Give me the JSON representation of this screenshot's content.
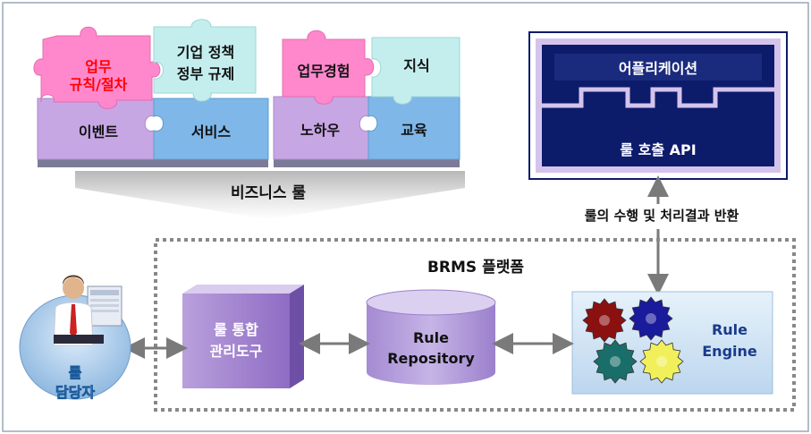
{
  "puzzle": {
    "business_rules_label": "업무 규칙/절차",
    "business_rules_line1": "업무",
    "business_rules_line2": "규칙/절차",
    "regulation_line1": "기업 정책",
    "regulation_line2": "정부 규제",
    "event": "이벤트",
    "service": "서비스",
    "experience": "업무경험",
    "knowledge": "지식",
    "knowhow": "노하우",
    "education": "교육"
  },
  "arrow_label": "비즈니스 룰",
  "app_box": {
    "application": "어플리케이션",
    "api": "룰 호출 API"
  },
  "execution_label": "룰의 수행 및 처리결과 반환",
  "platform": {
    "title": "BRMS 플랫폼",
    "tool_line1": "룰 통합",
    "tool_line2": "관리도구",
    "repo_line1": "Rule",
    "repo_line2": "Repository",
    "engine_line1": "Rule",
    "engine_line2": "Engine"
  },
  "owner": {
    "line1": "룰",
    "line2": "담당자"
  },
  "colors": {
    "pink": "#ff88cc",
    "lavender": "#c7a6e4",
    "mint": "#c4eeee",
    "blue": "#7fb7e8",
    "navy": "#0d1b6b",
    "red_text": "#ff0000",
    "gear_red": "#8b1010",
    "gear_blue": "#1a1a9c",
    "gear_teal": "#1a6e6a",
    "gear_yellow": "#f2f05a"
  }
}
